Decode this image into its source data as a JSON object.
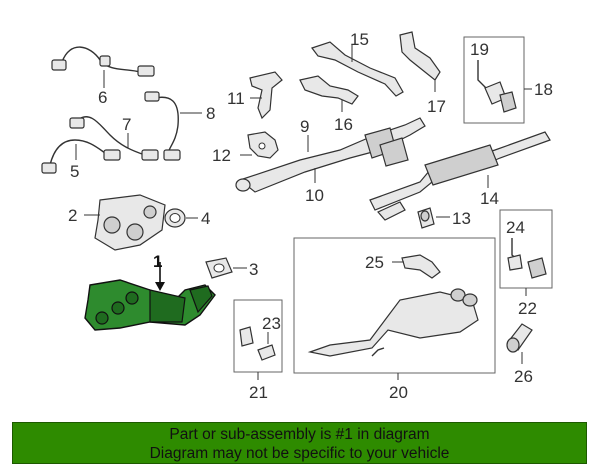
{
  "colors": {
    "highlight": "#2e8b2e",
    "banner": "#2e8b00",
    "line": "#333333"
  },
  "callouts": {
    "c1": "1",
    "c2": "2",
    "c3": "3",
    "c4": "4",
    "c5": "5",
    "c6": "6",
    "c7": "7",
    "c8": "8",
    "c9": "9",
    "c10": "10",
    "c11": "11",
    "c12": "12",
    "c13": "13",
    "c14": "14",
    "c15": "15",
    "c16": "16",
    "c17": "17",
    "c18": "18",
    "c19": "19",
    "c20": "20",
    "c21": "21",
    "c22": "22",
    "c23": "23",
    "c24": "24",
    "c25": "25",
    "c26": "26"
  },
  "banner": {
    "line1": "Part or sub-assembly is #1 in diagram",
    "line2": "Diagram may not be specific to your vehicle"
  }
}
